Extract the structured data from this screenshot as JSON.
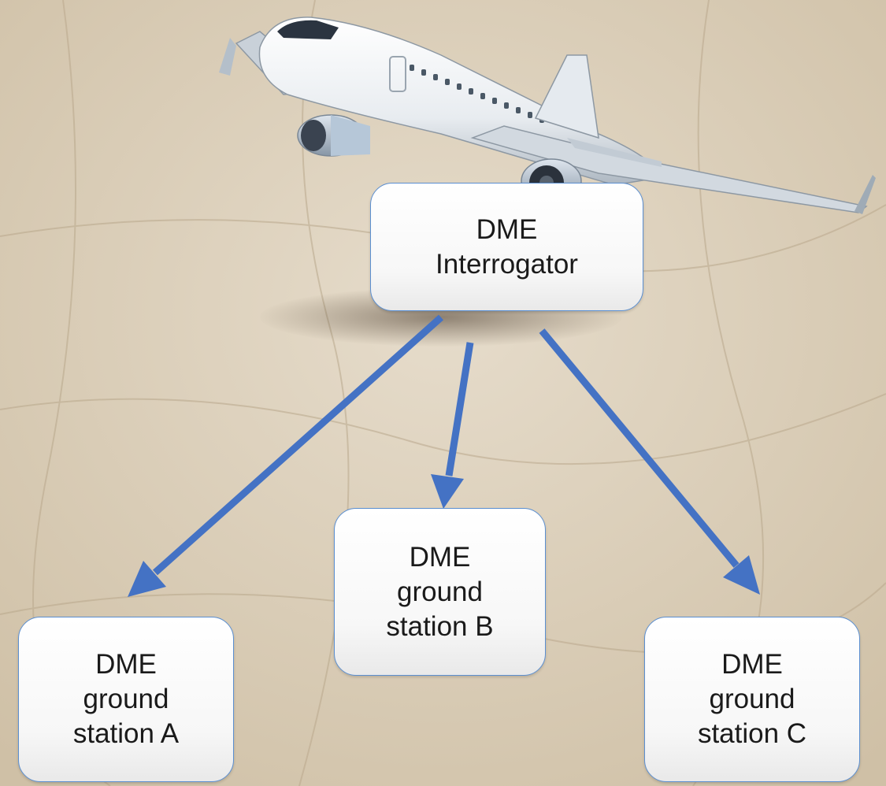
{
  "interrogator": {
    "line1": "DME",
    "line2": "Interrogator"
  },
  "stations": [
    {
      "line1": "DME",
      "line2": "ground",
      "line3": "station A"
    },
    {
      "line1": "DME",
      "line2": "ground",
      "line3": "station B"
    },
    {
      "line1": "DME",
      "line2": "ground",
      "line3": "station C"
    }
  ],
  "colors": {
    "arrow": "#4472c4",
    "box_border": "#5b8fd1",
    "background": "#d9cdb8"
  },
  "icons": [
    "airplane-image"
  ]
}
